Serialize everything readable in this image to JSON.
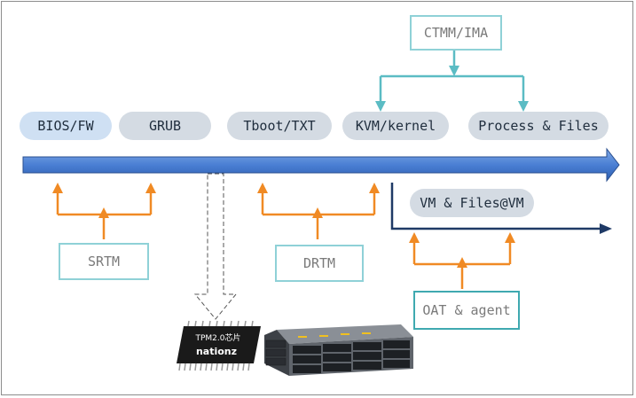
{
  "stages": {
    "bios": "BIOS/FW",
    "grub": "GRUB",
    "tboot": "Tboot/TXT",
    "kvm": "KVM/kernel",
    "process": "Process & Files",
    "vm": "VM & Files@VM"
  },
  "measurers": {
    "ctmm": "CTMM/IMA",
    "srtm": "SRTM",
    "drtm": "DRTM",
    "oat": "OAT & agent"
  },
  "chip": {
    "line1": "TPM2.0芯片",
    "line2": "nationz"
  },
  "colors": {
    "main_arrow": "#4a7fd4",
    "orange": "#f08a24",
    "teal": "#5bbcc4",
    "navy": "#1f3a66"
  }
}
